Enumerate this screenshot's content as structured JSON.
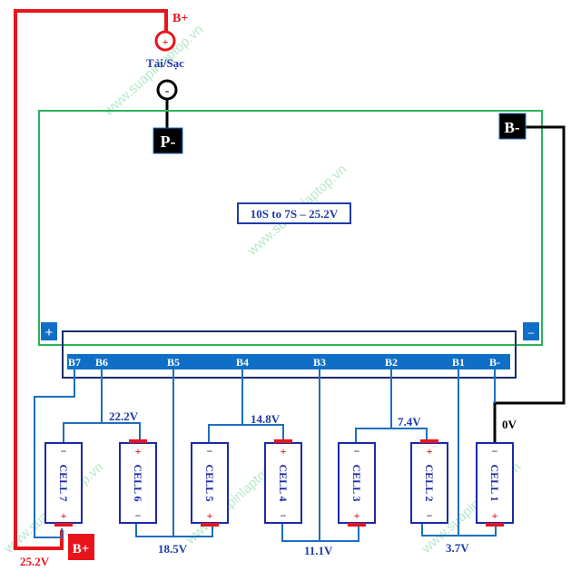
{
  "diagram": {
    "title": "10S to 7S – 25.2V",
    "watermark": "www.suapinlaptop.vn",
    "load": {
      "label": "Tải/Sạc",
      "plus_symbol": "+",
      "minus_symbol": "-",
      "plus_label": "B+"
    },
    "terminals": {
      "p_minus": "P-",
      "b_minus": "B-",
      "b_plus": "B+",
      "board_plus": "+",
      "board_minus": "–"
    },
    "balance_pins": [
      "B7",
      "B6",
      "B5",
      "B4",
      "B3",
      "B2",
      "B1",
      "B-"
    ],
    "cells": [
      {
        "label": "CELL 7",
        "top": "−",
        "bottom": "+"
      },
      {
        "label": "CELL 6",
        "top": "+",
        "bottom": "−"
      },
      {
        "label": "CELL 5",
        "top": "−",
        "bottom": "+"
      },
      {
        "label": "CELL 4",
        "top": "+",
        "bottom": "−"
      },
      {
        "label": "CELL 3",
        "top": "−",
        "bottom": "+"
      },
      {
        "label": "CELL 2",
        "top": "+",
        "bottom": "−"
      },
      {
        "label": "CELL 1",
        "top": "−",
        "bottom": "+"
      }
    ],
    "voltages": {
      "v0": "0V",
      "v1": "3.7V",
      "v2": "7.4V",
      "v3": "11.1V",
      "v4": "14.8V",
      "v5": "18.5V",
      "v6": "22.2V",
      "v7": "25.2V"
    },
    "colors": {
      "red": "#e8141c",
      "board_green": "#2cb35a",
      "wire_blue": "#1c6fbf",
      "connector_blue": "#0f6fc6",
      "navy": "#1a2a6c",
      "text_blue": "#1f3aa8",
      "black": "#000000"
    }
  }
}
